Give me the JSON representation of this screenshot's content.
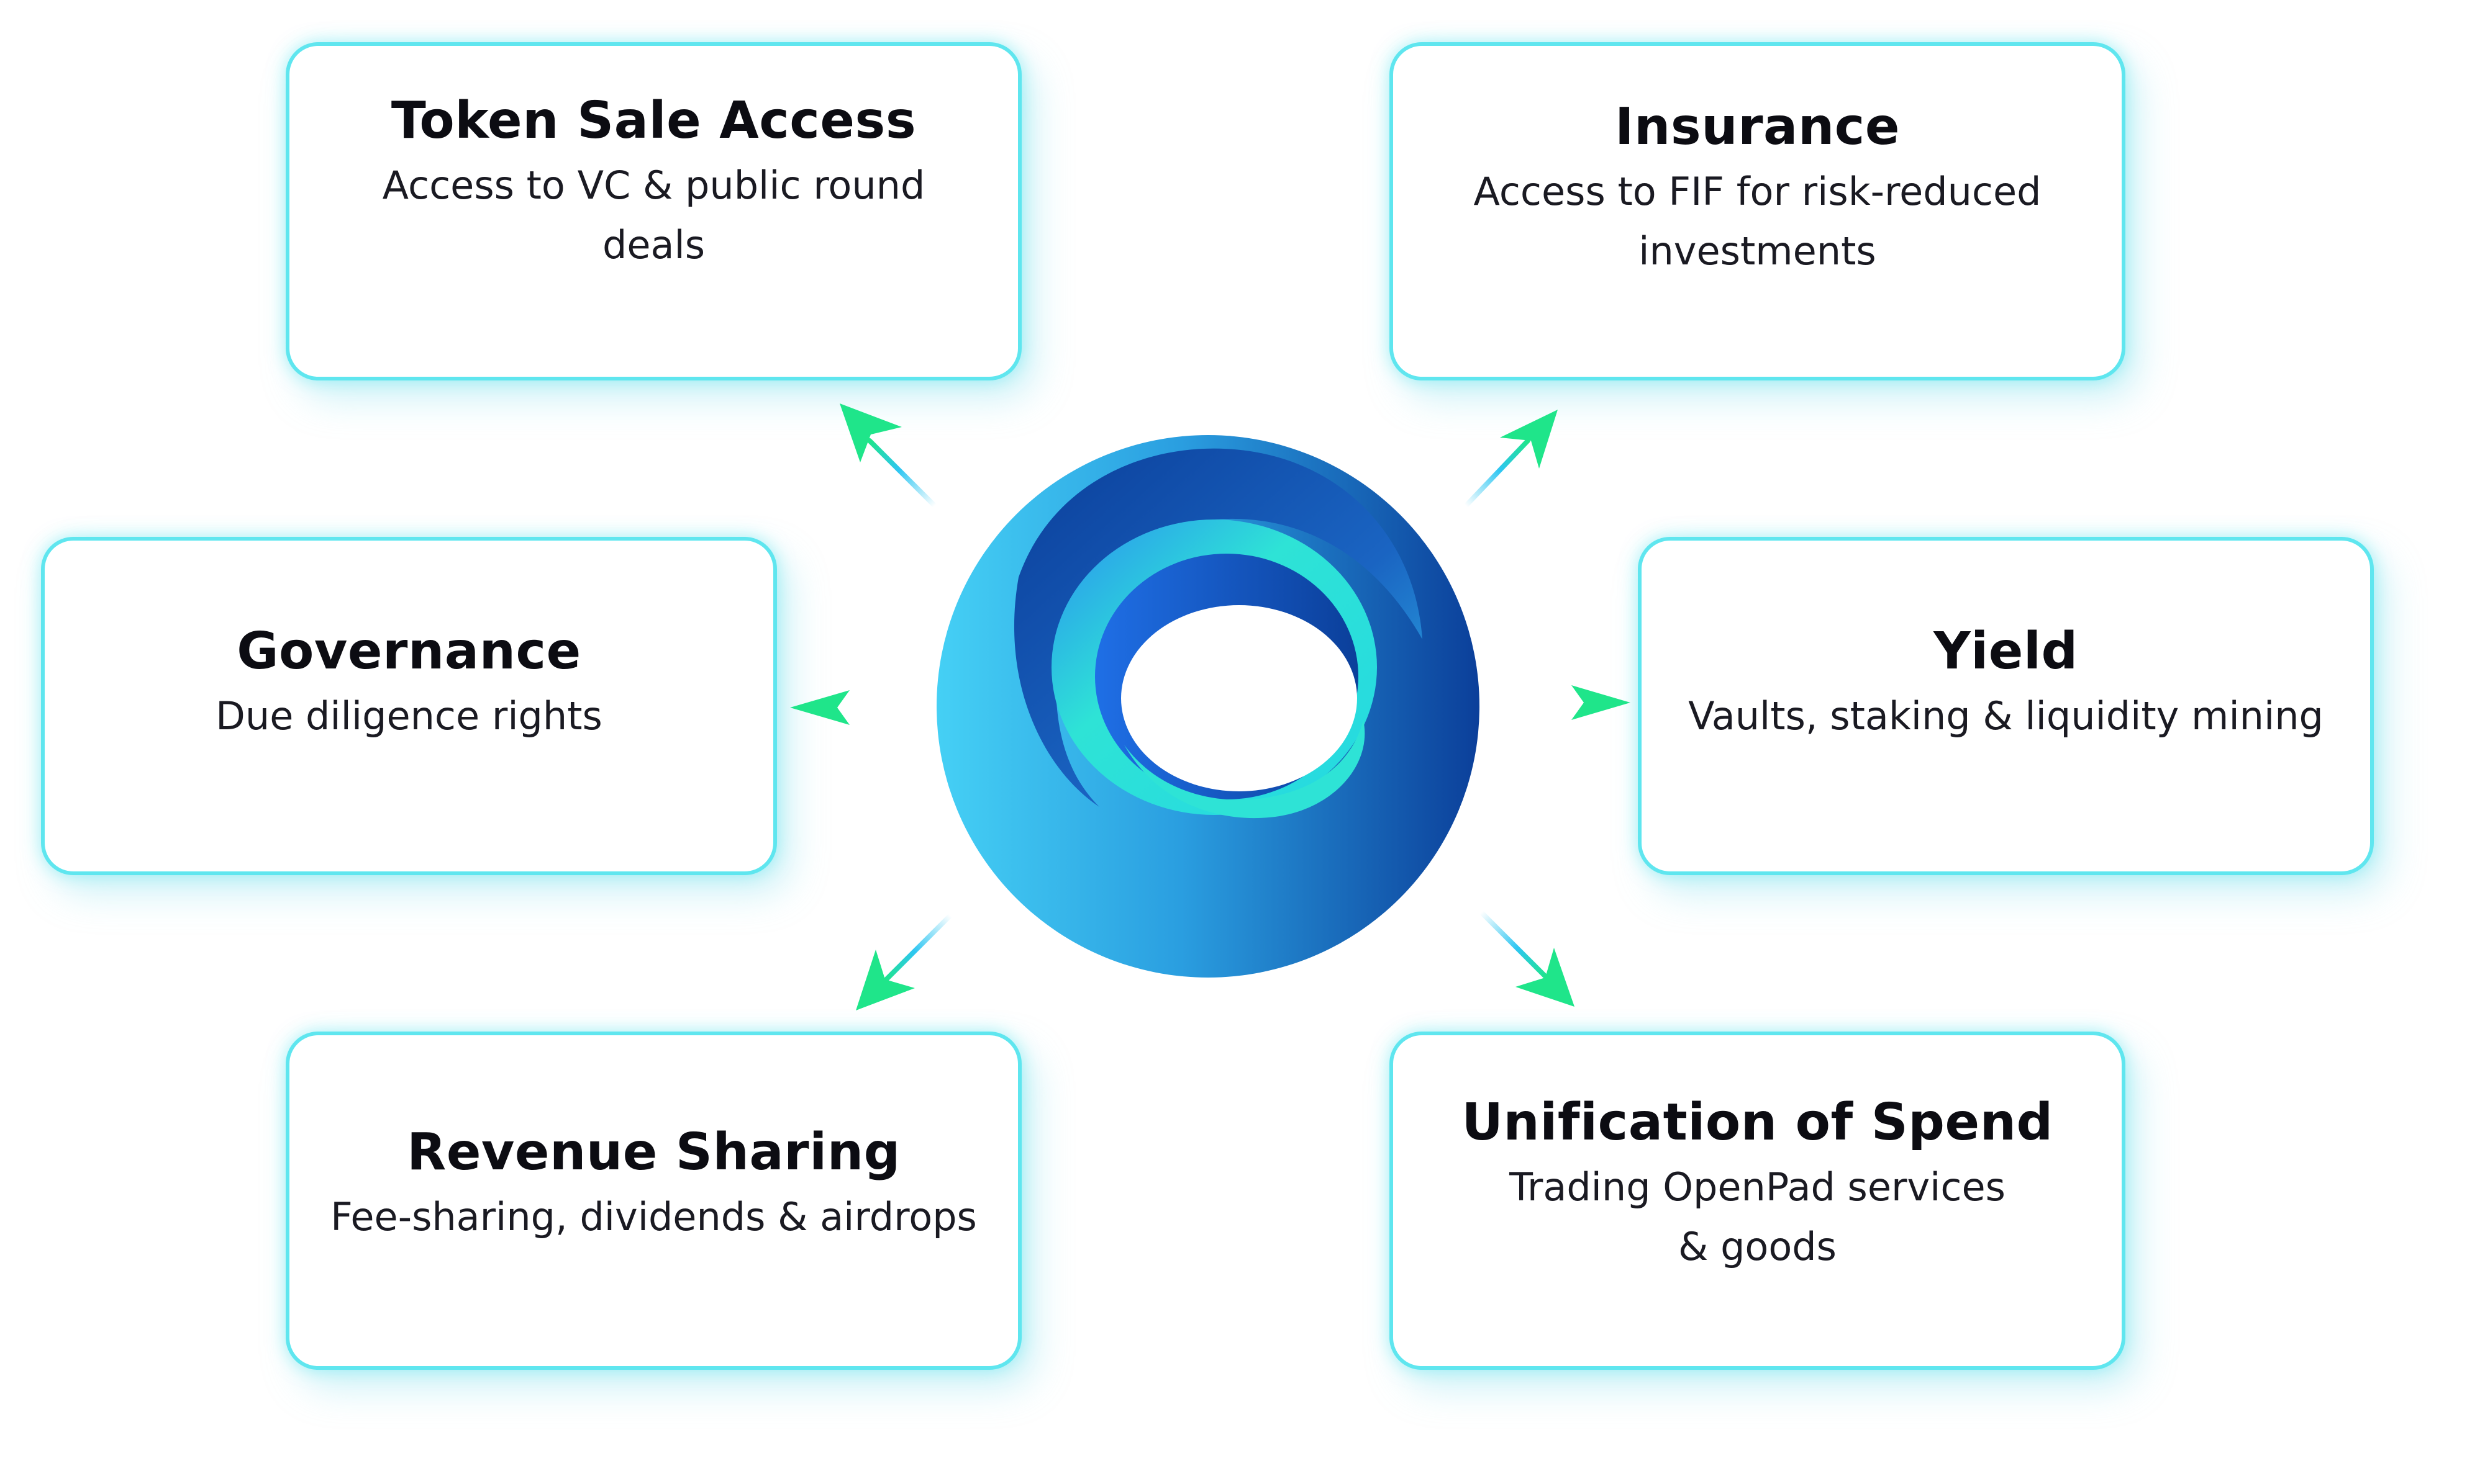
{
  "cards": {
    "token_sale": {
      "title": "Token Sale Access",
      "desc": "Access to VC & public round deals"
    },
    "insurance": {
      "title": "Insurance",
      "desc_line1": "Access to FIF for risk-reduced",
      "desc_line2": "investments"
    },
    "governance": {
      "title": "Governance",
      "desc": "Due diligence rights"
    },
    "yield": {
      "title": "Yield",
      "desc": "Vaults, staking & liquidity mining"
    },
    "revenue": {
      "title": "Revenue Sharing",
      "desc": "Fee-sharing, dividends & airdrops"
    },
    "unification": {
      "title": "Unification of Spend",
      "desc_line1": "Trading OpenPad services",
      "desc_line2": "& goods"
    }
  },
  "logo": {
    "icon": "openpad-logo-icon"
  },
  "colors": {
    "card_border": "#5fe6ef",
    "arrow_green": "#1fe58a",
    "arrow_blue": "#2ec6f2",
    "logo_dark_blue": "#0b3f9a",
    "logo_light_blue": "#3cc3f0",
    "logo_teal": "#29e3d8"
  }
}
